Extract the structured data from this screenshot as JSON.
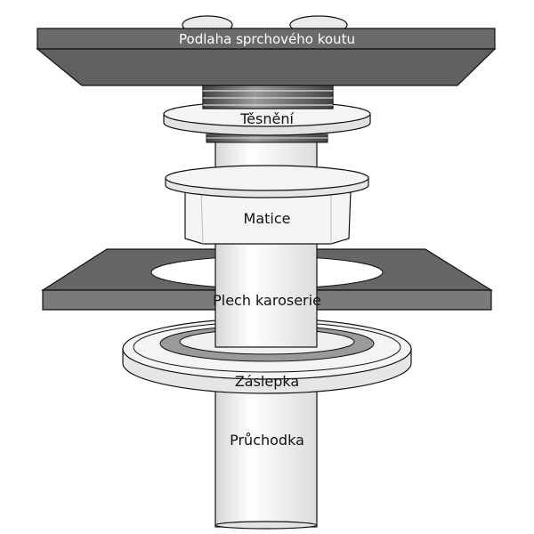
{
  "labels": {
    "floor": "Podlaha sprchového koutu",
    "seal": "Těsnění",
    "nut": "Matice",
    "body_panel": "Plech karoserie",
    "cap": "Záslepka",
    "grommet": "Průchodka"
  },
  "colors": {
    "plate": "#666666",
    "plate_edge": "#555555",
    "part": "#f2f2f2",
    "part_shade": "#cfcfcf",
    "ring_inner": "#9a9a9a",
    "outline": "#111111",
    "background": "#ffffff"
  }
}
